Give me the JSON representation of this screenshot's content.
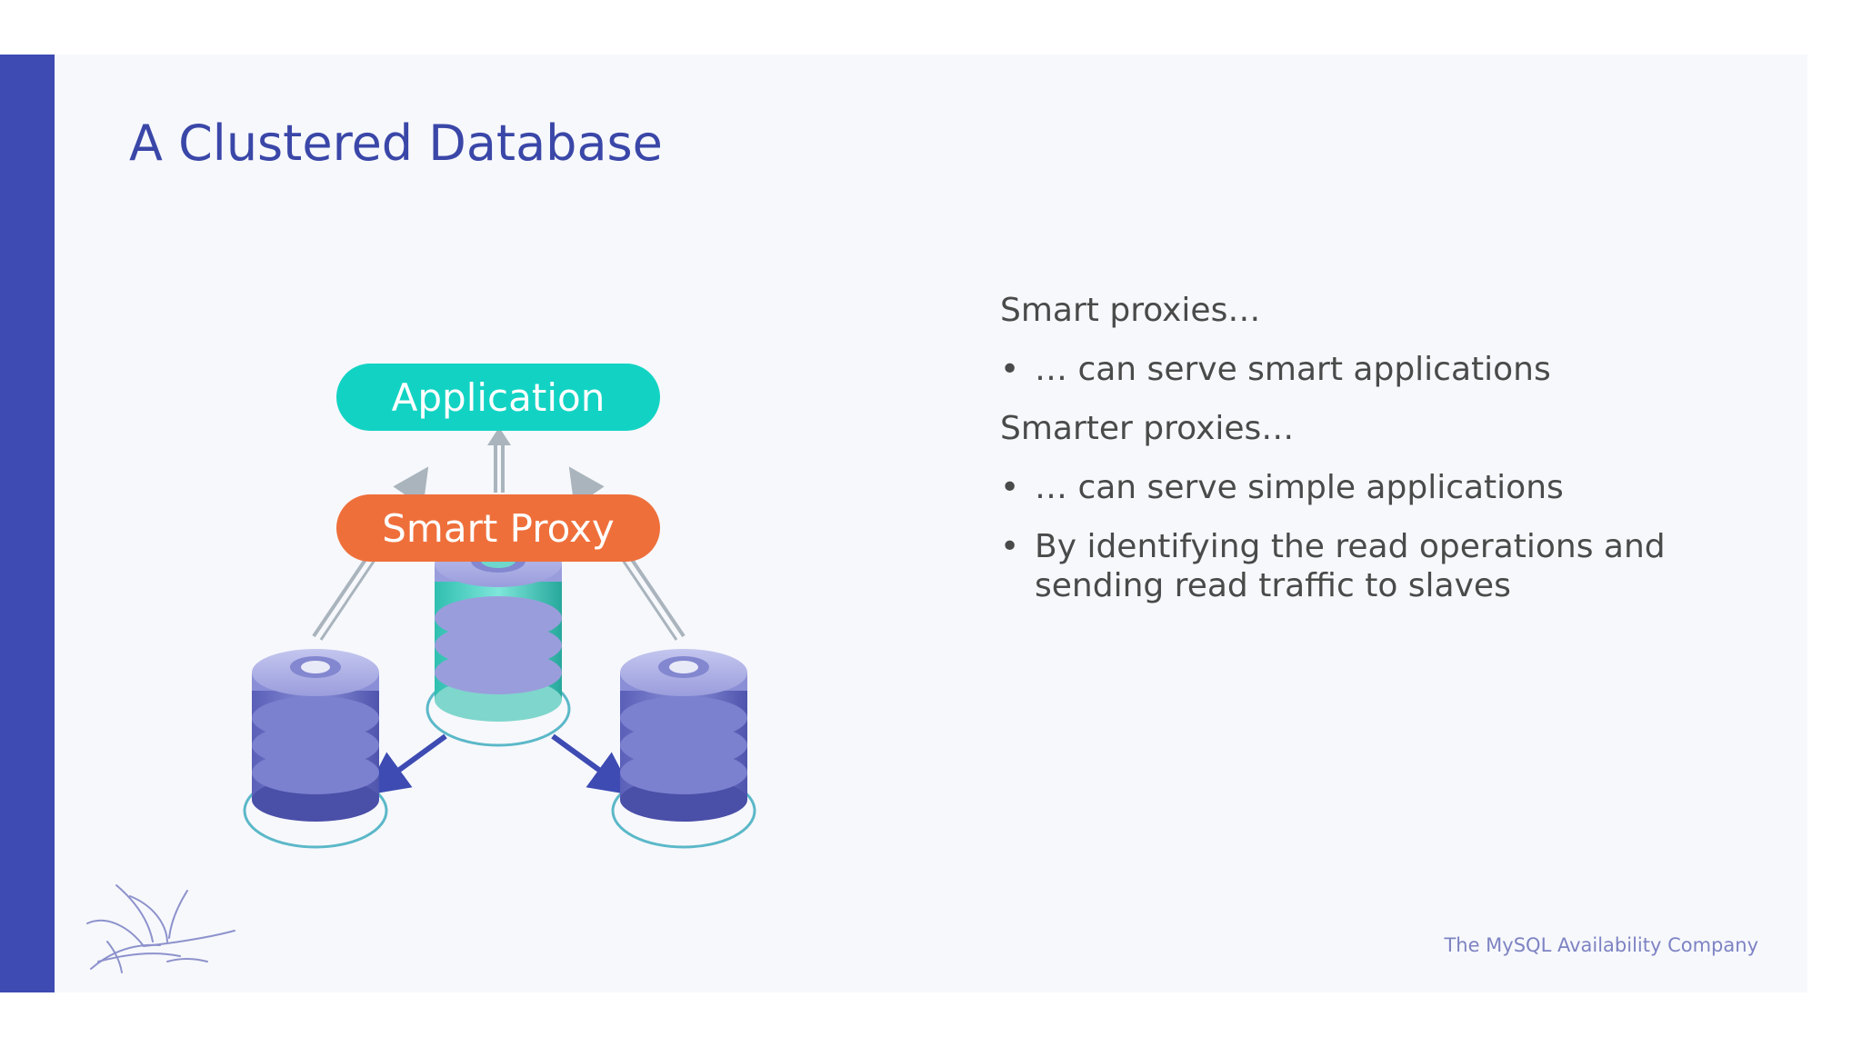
{
  "slide": {
    "title": "A Clustered Database",
    "footer": "The MySQL Availability Company"
  },
  "diagram": {
    "application_label": "Application",
    "proxy_label": "Smart Proxy",
    "colors": {
      "application": "#12d3c3",
      "proxy": "#ef6f3b",
      "database": "#6a6fc4",
      "master_accent": "#3fd0c0",
      "arrow_up": "#a9b4bd",
      "arrow_replication": "#3d4bb3"
    },
    "icons": [
      "database-slave-left-icon",
      "database-master-icon",
      "database-slave-right-icon",
      "logo-bird-icon"
    ]
  },
  "content": {
    "heading1": "Smart proxies…",
    "bullet1": "… can serve smart applications",
    "heading2": "Smarter proxies…",
    "bullet2": "… can serve simple applications",
    "bullet3": "By identifying the read operations and sending read traffic to slaves",
    "bullet_symbol": "•"
  },
  "theme": {
    "accent_bar": "#3d4bb3",
    "title_color": "#3a47a8"
  }
}
